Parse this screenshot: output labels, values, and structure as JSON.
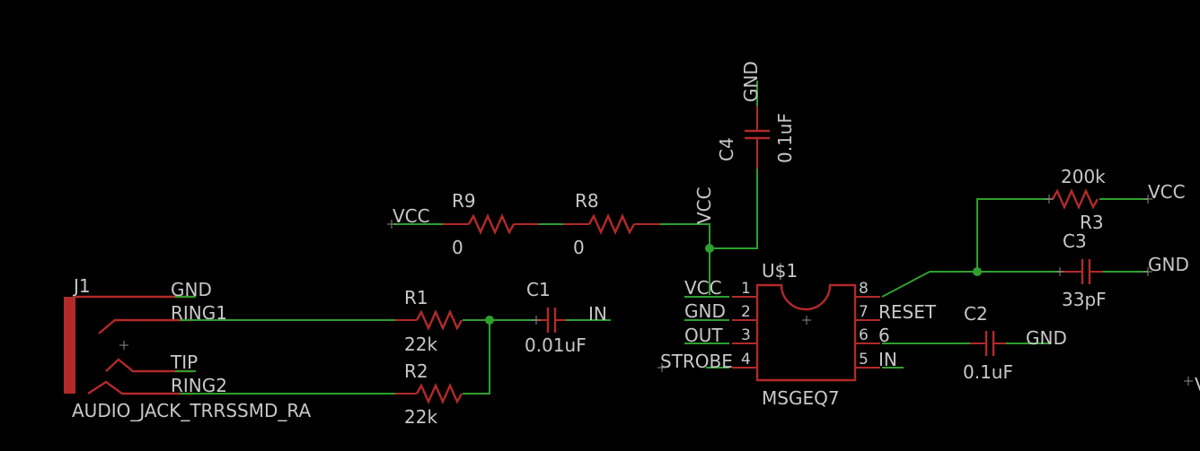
{
  "connector": {
    "ref": "J1",
    "package": "AUDIO_JACK_TRRSSMD_RA",
    "pins": [
      "GND",
      "RING1",
      "TIP",
      "RING2"
    ]
  },
  "resistors": {
    "r1": {
      "ref": "R1",
      "value": "22k"
    },
    "r2": {
      "ref": "R2",
      "value": "22k"
    },
    "r3": {
      "ref": "R3",
      "value": "200k"
    },
    "r8": {
      "ref": "R8",
      "value": "0"
    },
    "r9": {
      "ref": "R9",
      "value": "0"
    }
  },
  "capacitors": {
    "c1": {
      "ref": "C1",
      "value": "0.01uF"
    },
    "c2": {
      "ref": "C2",
      "value": "0.1uF"
    },
    "c3": {
      "ref": "C3",
      "value": "33pF"
    },
    "c4": {
      "ref": "C4",
      "value": "0.1uF"
    }
  },
  "ic": {
    "ref": "U$1",
    "part": "MSGEQ7",
    "left_pins": [
      {
        "name": "VCC",
        "num": "1"
      },
      {
        "name": "GND",
        "num": "2"
      },
      {
        "name": "OUT",
        "num": "3"
      },
      {
        "name": "STROBE",
        "num": "4"
      }
    ],
    "right_pins": [
      {
        "name": "RESET",
        "num": "8"
      },
      {
        "name": "",
        "num": "7"
      },
      {
        "name": "6",
        "num": "6"
      },
      {
        "name": "IN",
        "num": "5"
      }
    ]
  },
  "net_labels": {
    "vcc_left": "VCC",
    "vcc_node": "VCC",
    "vcc_right": "VCC",
    "gnd_top": "GND",
    "gnd_c3": "GND",
    "gnd_c2": "GND",
    "in_c1": "IN",
    "edge_partial": "V"
  },
  "colors": {
    "wire": "#2ea02e",
    "part": "#b22a2a",
    "text": "#c8c8c8",
    "background": "#000000"
  }
}
